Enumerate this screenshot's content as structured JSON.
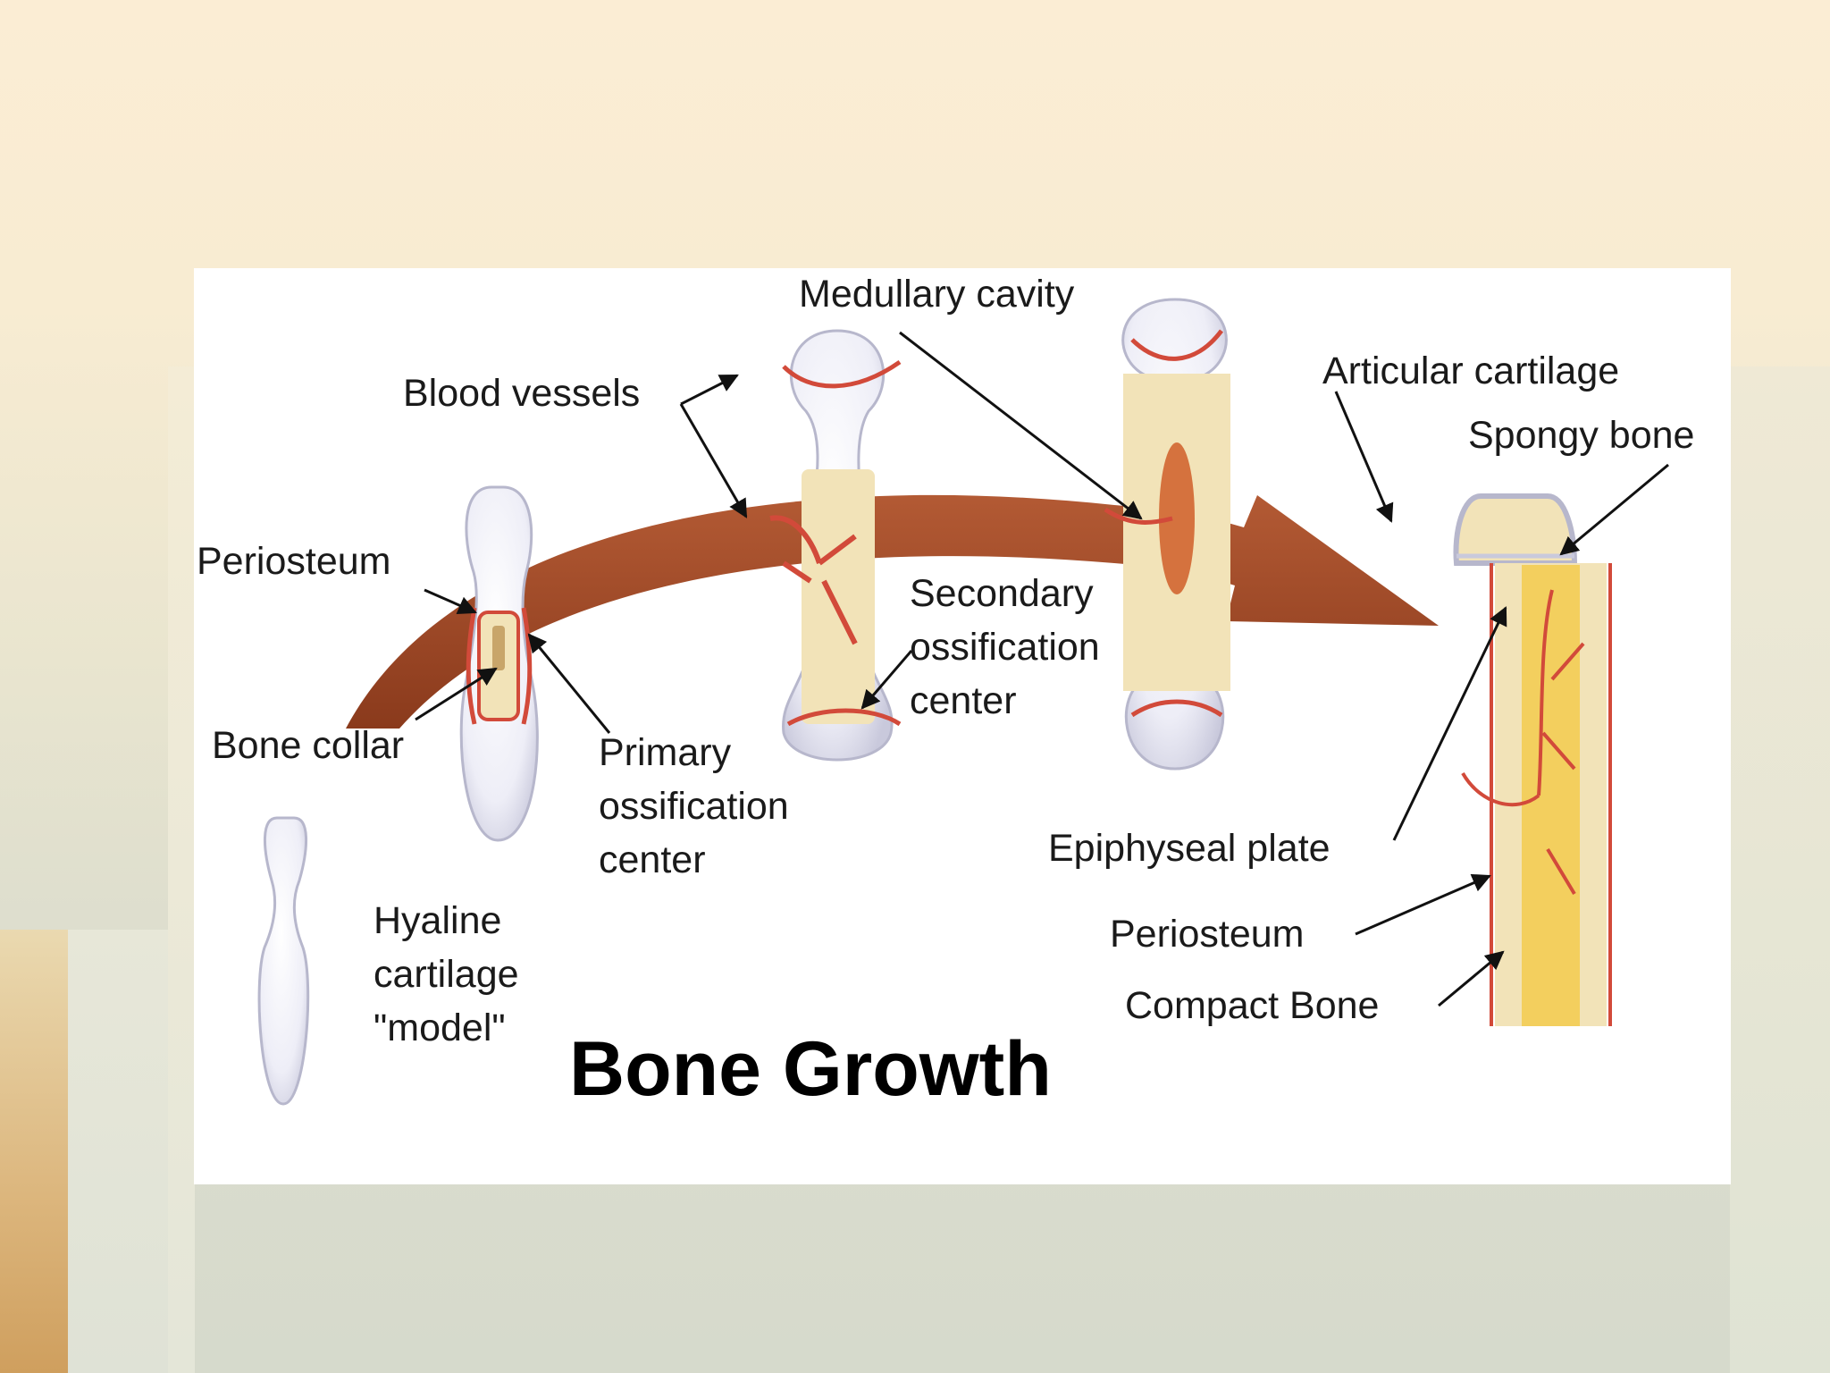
{
  "title": "Bone Growth",
  "labels": {
    "medullary_cavity": "Medullary cavity",
    "blood_vessels": "Blood vessels",
    "articular_cartilage": "Articular cartilage",
    "spongy_bone": "Spongy bone",
    "periosteum_left": "Periosteum",
    "bone_collar": "Bone collar",
    "primary_ossification_center": "Primary\nossification\ncenter",
    "secondary_ossification_center": "Secondary\nossification\ncenter",
    "hyaline_cartilage_model": "Hyaline\ncartilage\n\"model\"",
    "epiphyseal_plate": "Epiphyseal plate",
    "periosteum_right": "Periosteum",
    "compact_bone": "Compact Bone"
  },
  "colors": {
    "growth_arrow": "#9a4424",
    "cartilage": "#efeff8",
    "bone_tissue": "#f2e3b8",
    "vessel": "#d24a3a",
    "marrow": "#f3cf5e"
  }
}
